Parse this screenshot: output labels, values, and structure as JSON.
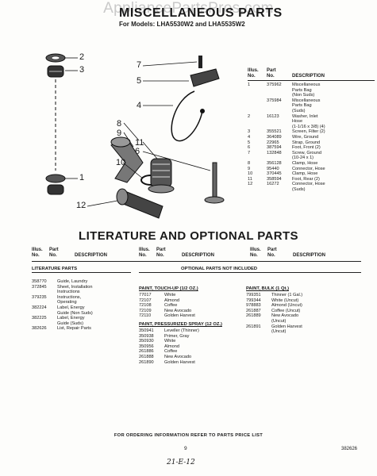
{
  "watermark": "AppliancePartsPros.com",
  "section1": {
    "title": "MISCELLANEOUS PARTS",
    "models": "For Models: LHA5530W2 and LHA5535W2",
    "columns": {
      "illus": "Illus.",
      "no": "No.",
      "part": "Part",
      "part_no": "No.",
      "description": "DESCRIPTION"
    },
    "rows": [
      {
        "illus": "1",
        "part": "375962",
        "desc": "Miscellaneous"
      },
      {
        "illus": "",
        "part": "",
        "desc": "Parts Bag"
      },
      {
        "illus": "",
        "part": "",
        "desc": "(Non Suds)"
      },
      {
        "illus": "",
        "part": "375984",
        "desc": "Miscellaneous"
      },
      {
        "illus": "",
        "part": "",
        "desc": "Parts Bag"
      },
      {
        "illus": "",
        "part": "",
        "desc": "(Suds)"
      },
      {
        "illus": "2",
        "part": "16123",
        "desc": "Washer, Inlet"
      },
      {
        "illus": "",
        "part": "",
        "desc": "Hose"
      },
      {
        "illus": "",
        "part": "",
        "desc": "(1-1/16 x 3/8) (4)"
      },
      {
        "illus": "3",
        "part": "355521",
        "desc": "Screen, Filter (2)"
      },
      {
        "illus": "4",
        "part": "364089",
        "desc": "Wire, Ground"
      },
      {
        "illus": "5",
        "part": "22965",
        "desc": "Strap, Ground"
      },
      {
        "illus": "6",
        "part": "387594",
        "desc": "Foot, Front (2)"
      },
      {
        "illus": "7",
        "part": "132848",
        "desc": "Screw, Ground"
      },
      {
        "illus": "",
        "part": "",
        "desc": "(10-24 x 1)"
      },
      {
        "illus": "8",
        "part": "356128",
        "desc": "Clamp, Hose"
      },
      {
        "illus": "9",
        "part": "95440",
        "desc": "Connector, Hose"
      },
      {
        "illus": "10",
        "part": "370445",
        "desc": "Clamp, Hose"
      },
      {
        "illus": "11",
        "part": "358594",
        "desc": "Foot, Rear (2)"
      },
      {
        "illus": "12",
        "part": "16272",
        "desc": "Connector, Hose"
      },
      {
        "illus": "",
        "part": "",
        "desc": "(Suds)"
      }
    ],
    "callouts": [
      "2",
      "3",
      "1",
      "7",
      "5",
      "4",
      "8",
      "9",
      "11",
      "6",
      "10",
      "12"
    ]
  },
  "section2": {
    "title": "LITERATURE AND OPTIONAL PARTS",
    "columns": {
      "illus": "Illus.",
      "no": "No.",
      "part": "Part",
      "part_no": "No.",
      "description": "DESCRIPTION"
    },
    "literature_heading": "LITERATURE PARTS",
    "literature": [
      {
        "part": "358770",
        "desc": "Guide, Laundry"
      },
      {
        "part": "372845",
        "desc": "Sheet, Installation"
      },
      {
        "part": "",
        "desc": "Instructions"
      },
      {
        "part": "379235",
        "desc": "Instructions,"
      },
      {
        "part": "",
        "desc": "Operating"
      },
      {
        "part": "382224",
        "desc": "Label, Energy"
      },
      {
        "part": "",
        "desc": "Guide (Non Suds)"
      },
      {
        "part": "382225",
        "desc": "Label, Energy"
      },
      {
        "part": "",
        "desc": "Guide (Suds)"
      },
      {
        "part": "382626",
        "desc": "List, Repair Parts"
      }
    ],
    "optional_heading": "OPTIONAL PARTS NOT INCLUDED",
    "touchup_heading": "PAINT, TOUCH-UP (1/2 OZ.)",
    "touchup": [
      {
        "part": "77017",
        "desc": "White"
      },
      {
        "part": "72107",
        "desc": "Almond"
      },
      {
        "part": "72108",
        "desc": "Coffee"
      },
      {
        "part": "72109",
        "desc": "New Avocado"
      },
      {
        "part": "72110",
        "desc": "Golden Harvest"
      }
    ],
    "spray_heading": "PAINT, PRESSURIZED SPRAY (12 OZ.)",
    "spray": [
      {
        "part": "350941",
        "desc": "Leveller (Thinner)"
      },
      {
        "part": "350938",
        "desc": "Primer, Gray"
      },
      {
        "part": "350930",
        "desc": "White"
      },
      {
        "part": "350956",
        "desc": "Almond"
      },
      {
        "part": "261886",
        "desc": "Coffee"
      },
      {
        "part": "261888",
        "desc": "New Avocado"
      },
      {
        "part": "261890",
        "desc": "Golden Harvest"
      }
    ],
    "bulk_heading": "PAINT, BULK (1 Qt.)",
    "bulk": [
      {
        "part": "799351",
        "desc": "Thinner (1 Gal.)"
      },
      {
        "part": "799344",
        "desc": "White (Uncut)"
      },
      {
        "part": "978883",
        "desc": "Almond (Uncut)"
      },
      {
        "part": "261887",
        "desc": "Coffee (Uncut)"
      },
      {
        "part": "261889",
        "desc": "New Avocado"
      },
      {
        "part": "",
        "desc": "(Uncut)"
      },
      {
        "part": "261891",
        "desc": "Golden Harvest"
      },
      {
        "part": "",
        "desc": "(Uncut)"
      }
    ]
  },
  "footer": {
    "notice": "FOR ORDERING INFORMATION REFER TO PARTS PRICE LIST",
    "page": "9",
    "doc_id": "382626",
    "handwritten": "21-E-12"
  }
}
